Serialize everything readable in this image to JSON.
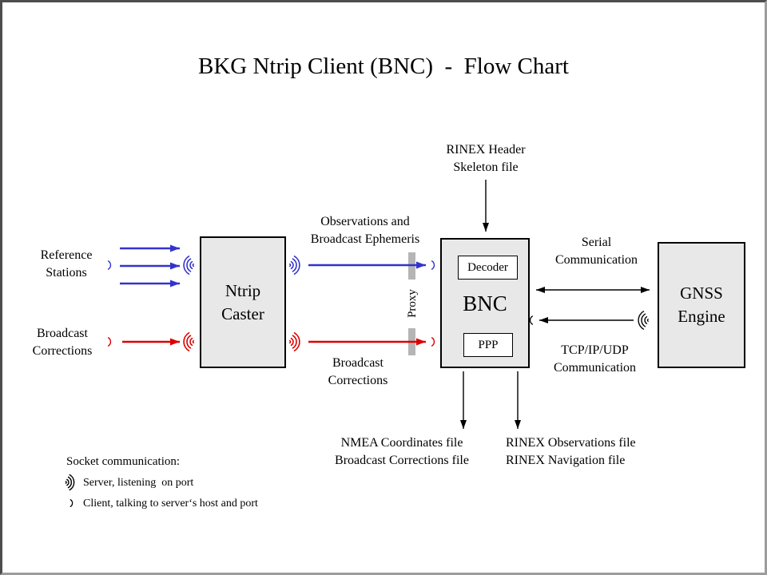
{
  "title": "BKG Ntrip Client (BNC)  -  Flow Chart",
  "colors": {
    "blue_stream": "#3333cc",
    "red_stream": "#dd0000",
    "black": "#000000",
    "node_fill": "#e8e8e8",
    "proxy_fill": "#b5b5b5",
    "frame_border_dark": "#4d4d4d",
    "frame_border_light": "#9c9c9c"
  },
  "nodes": {
    "ntrip_caster": {
      "line1": "Ntrip",
      "line2": "Caster"
    },
    "bnc": {
      "label": "BNC",
      "decoder": "Decoder",
      "ppp": "PPP"
    },
    "gnss": {
      "line1": "GNSS",
      "line2": "Engine"
    }
  },
  "labels": {
    "rinex_header": [
      "RINEX Header",
      "Skeleton file"
    ],
    "reference_stations": [
      "Reference",
      "Stations"
    ],
    "broadcast_corrections_left": [
      "Broadcast",
      "Corrections"
    ],
    "observations": [
      "Observations and",
      "Broadcast Ephemeris"
    ],
    "broadcast_corrections_mid": [
      "Broadcast",
      "Corrections"
    ],
    "proxy": "Proxy",
    "serial": [
      "Serial",
      "Communication"
    ],
    "tcp": [
      "TCP/IP/UDP",
      "Communication"
    ],
    "nmea_files": [
      "NMEA Coordinates file",
      "Broadcast Corrections file"
    ],
    "rinex_files": [
      "RINEX Observations file",
      "RINEX Navigation file"
    ]
  },
  "legend": {
    "title": "Socket communication:",
    "server": "Server, listening  on port",
    "client": "Client, talking to server‘s host and port"
  }
}
